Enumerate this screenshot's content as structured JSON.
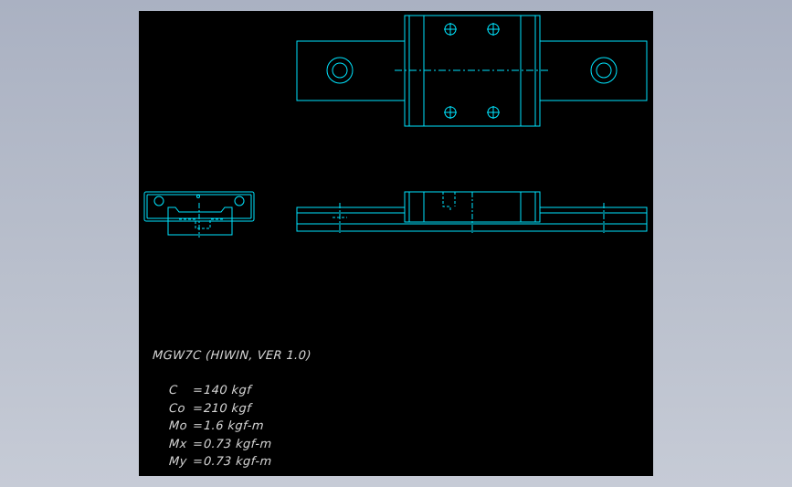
{
  "title": "MGW7C (HIWIN, VER 1.0)",
  "specs": [
    {
      "symbol": "C",
      "value": "140 kgf"
    },
    {
      "symbol": "Co",
      "value": "210 kgf"
    },
    {
      "symbol": "Mo",
      "value": "1.6 kgf-m"
    },
    {
      "symbol": "Mx",
      "value": "0.73 kgf-m"
    },
    {
      "symbol": "My",
      "value": "0.73 kgf-m"
    }
  ],
  "colors": {
    "line": "#00e5ff",
    "text": "#d7d7d7",
    "background": "#000000",
    "frame": "#aab1c2"
  }
}
